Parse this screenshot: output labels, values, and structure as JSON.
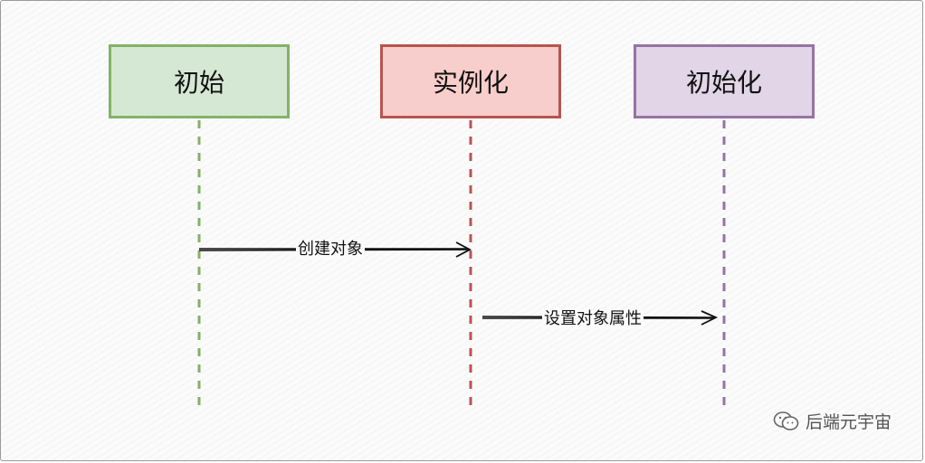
{
  "lifelines": [
    {
      "label": "初始",
      "fill": "#d5e8d4",
      "stroke": "#82b366"
    },
    {
      "label": "实例化",
      "fill": "#f8cecc",
      "stroke": "#b85450"
    },
    {
      "label": "初始化",
      "fill": "#e1d5e7",
      "stroke": "#9673a6"
    }
  ],
  "messages": [
    {
      "from": "初始",
      "to": "实例化",
      "label": "创建对象"
    },
    {
      "from": "实例化",
      "to": "初始化",
      "label": "设置对象属性"
    }
  ],
  "watermark": {
    "icon": "wechat-icon",
    "text": "后端元宇宙"
  }
}
